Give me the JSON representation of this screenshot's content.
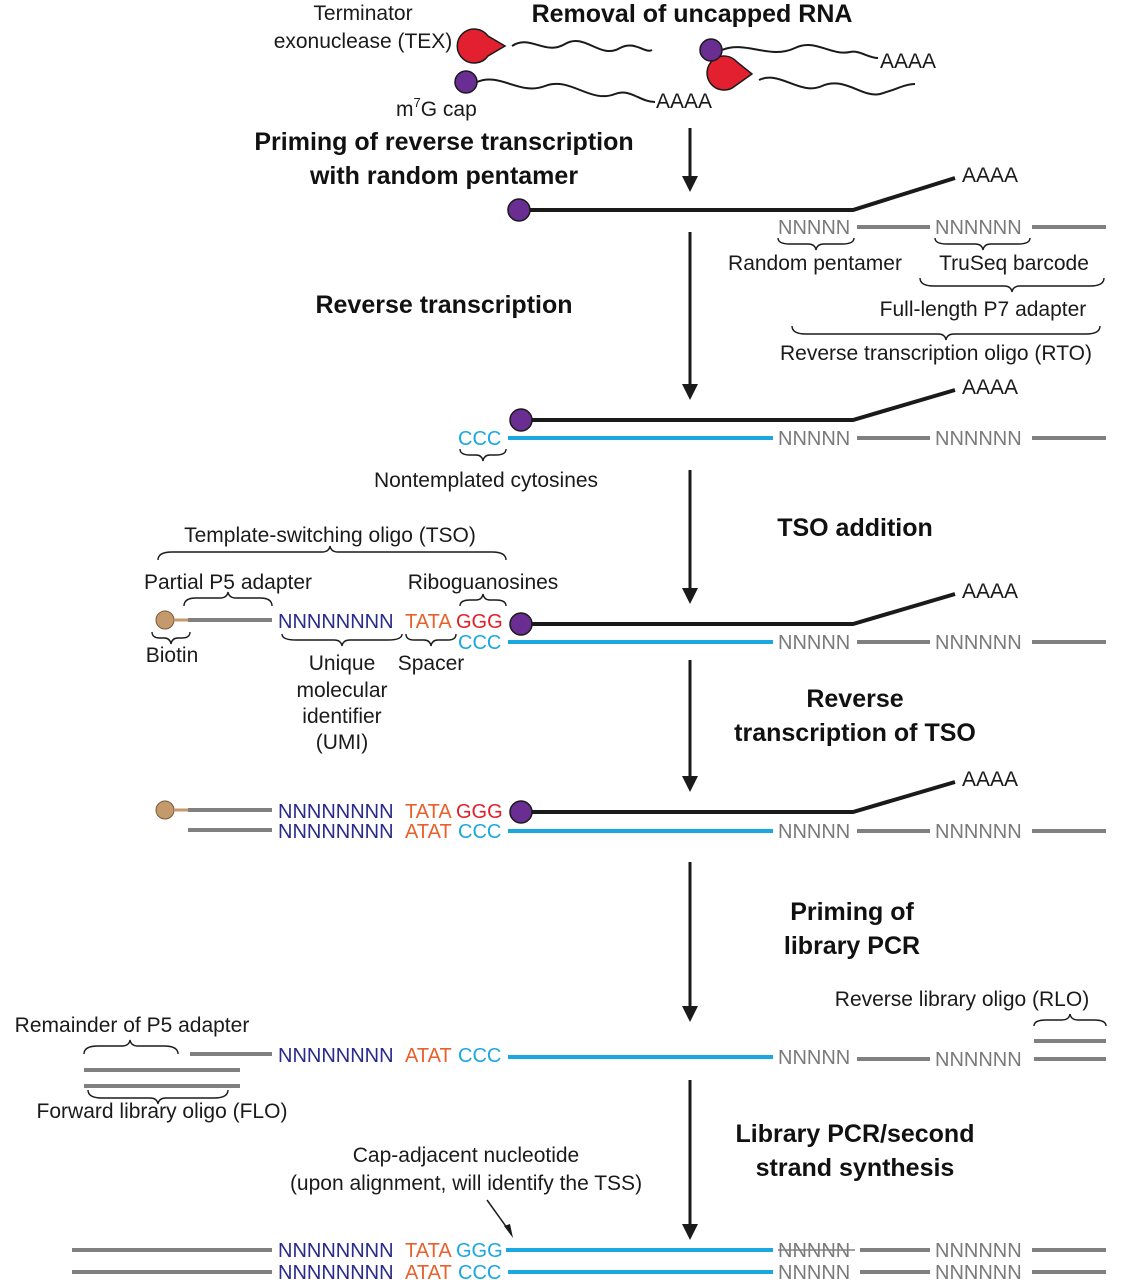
{
  "steps": {
    "removal": "Removal of uncapped RNA",
    "priming_rt_1": "Priming of reverse transcription",
    "priming_rt_2": "with random pentamer",
    "rt": "Reverse transcription",
    "tso_addition": "TSO addition",
    "rt_tso_1": "Reverse",
    "rt_tso_2": "transcription of TSO",
    "priming_pcr_1": "Priming of",
    "priming_pcr_2": "library PCR",
    "pcr_1": "Library PCR/second",
    "pcr_2": "strand synthesis"
  },
  "labels": {
    "tex_1": "Terminator",
    "tex_2": "exonuclease (TEX)",
    "m7g_m": "m",
    "m7g_sup": "7",
    "m7g_rest": "G cap",
    "polya": "AAAA",
    "random_pentamer": "Random pentamer",
    "truseq_barcode": "TruSeq barcode",
    "p7_adapter": "Full-length P7 adapter",
    "rto": "Reverse transcription oligo (RTO)",
    "nontemplated": "Nontemplated cytosines",
    "tso": "Template-switching oligo (TSO)",
    "partial_p5": "Partial P5 adapter",
    "riboguanosines": "Riboguanosines",
    "biotin": "Biotin",
    "umi_1": "Unique",
    "umi_2": "molecular",
    "umi_3": "identifier",
    "umi_4": "(UMI)",
    "spacer": "Spacer",
    "rlo": "Reverse library oligo (RLO)",
    "remainder_p5": "Remainder of P5 adapter",
    "flo": "Forward library oligo (FLO)",
    "cap_adjacent_1": "Cap-adjacent nucleotide",
    "cap_adjacent_2": "(upon alignment, will identify the TSS)"
  },
  "sequences": {
    "n5": "NNNNN",
    "n6": "NNNNNN",
    "ccc": "CCC",
    "ggg": "GGG",
    "n8": "NNNNNNNN",
    "tata": "TATA",
    "atat": "ATAT"
  },
  "colors": {
    "rna": "#1a1a1a",
    "cdna": "#1ba8e0",
    "oligo": "#808080",
    "umi": "#2a2a8c",
    "spacer": "#e8612c",
    "riboguanosine": "#e0202a",
    "cap": "#6a2d91",
    "tex": "#e22030",
    "biotin": "#c49a6c"
  }
}
